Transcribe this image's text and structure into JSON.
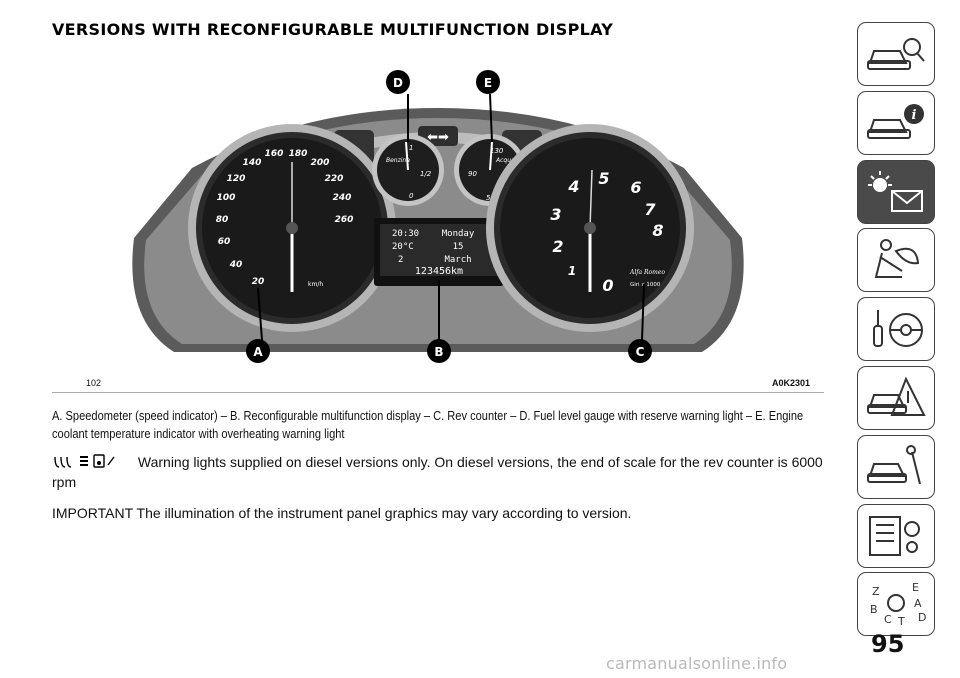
{
  "heading": "VERSIONS WITH RECONFIGURABLE MULTIFUNCTION DISPLAY",
  "figure": {
    "number": "102",
    "code": "A0K2301",
    "callouts": {
      "a": "A",
      "b": "B",
      "c": "C",
      "d": "D",
      "e": "E"
    },
    "speedometer": {
      "ticks": [
        "20",
        "40",
        "60",
        "80",
        "100",
        "120",
        "140",
        "160",
        "180",
        "200",
        "220",
        "240",
        "260"
      ],
      "unit": "km/h"
    },
    "rev_counter": {
      "ticks": [
        "0",
        "1",
        "2",
        "3",
        "4",
        "5",
        "6",
        "7",
        "8"
      ],
      "unit": "Giri x 1000",
      "brand": "Alfa Romeo"
    },
    "fuel_gauge": {
      "label": "Benzina",
      "ticks": [
        "1",
        "1/2",
        "0"
      ]
    },
    "temp_gauge": {
      "label": "Acqua°C",
      "ticks": [
        "130",
        "90",
        "50"
      ]
    },
    "display": {
      "time": "20:30",
      "temp": "20°C",
      "gear": "2",
      "day": "Monday",
      "date": "15",
      "month": "March",
      "odometer": "123456km"
    }
  },
  "caption": "A. Speedometer (speed indicator) – B. Reconfigurable multifunction display – C. Rev counter – D. Fuel level gauge with reserve warning light – E. Engine coolant temperature indicator with overheating warning light",
  "note": "Warning lights supplied on diesel versions only. On diesel versions, the end of scale for the rev counter is 6000 rpm",
  "important": "IMPORTANT The illumination of the instrument panel graphics may vary according to version.",
  "side_tabs": [
    "car-search-icon",
    "car-info-icon",
    "warning-light-message-icon",
    "airbag-seat-icon",
    "key-steering-icon",
    "car-accident-icon",
    "car-wrench-icon",
    "list-gear-icon",
    "alphabet-index-icon"
  ],
  "page_number": "95",
  "watermark": "carmanualsonline.info"
}
